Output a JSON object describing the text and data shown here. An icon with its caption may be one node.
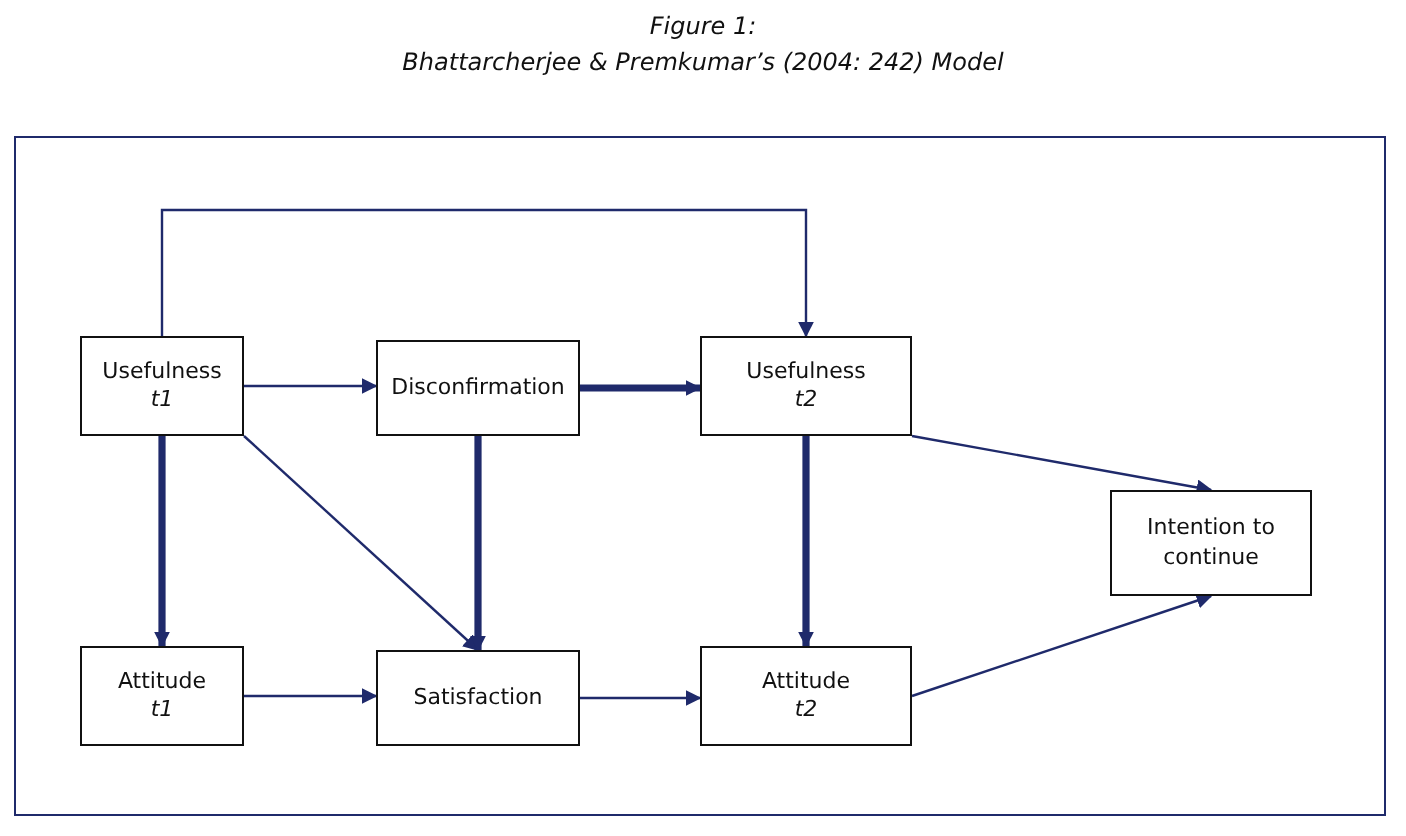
{
  "diagram": {
    "title": "Figure 1:",
    "caption": "Bhattarcherjee & Premkumar’s (2004: 242) Model",
    "nodes": [
      {
        "text": [
          "Usefulness",
          "t1"
        ]
      },
      {
        "text": [
          "Disconfirmation"
        ]
      },
      {
        "text": [
          "Usefulness",
          "t2"
        ]
      },
      {
        "text": [
          "Intention to continue"
        ]
      },
      {
        "text": [
          "Attitude",
          "t1"
        ]
      },
      {
        "text": [
          "Satisfaction"
        ]
      },
      {
        "text": [
          "Attitude",
          "t2"
        ]
      }
    ],
    "edges": [
      {
        "from": 0,
        "to": 2,
        "arrow": "to"
      },
      {
        "from": 0,
        "to": 1,
        "arrow": "to"
      },
      {
        "from": 1,
        "to": 2,
        "arrow": "to",
        "style": "thick"
      },
      {
        "from": 2,
        "to": 3,
        "arrow": "to"
      },
      {
        "from": 0,
        "to": 4,
        "arrow": "to",
        "style": "thick"
      },
      {
        "from": 0,
        "to": 5,
        "arrow": "to"
      },
      {
        "from": 1,
        "to": 5,
        "arrow": "to",
        "style": "thick"
      },
      {
        "from": 2,
        "to": 6,
        "arrow": "to",
        "style": "thick"
      },
      {
        "from": 4,
        "to": 5,
        "arrow": "to"
      },
      {
        "from": 5,
        "to": 6,
        "arrow": "to"
      },
      {
        "from": 6,
        "to": 3,
        "arrow": "to"
      }
    ]
  }
}
